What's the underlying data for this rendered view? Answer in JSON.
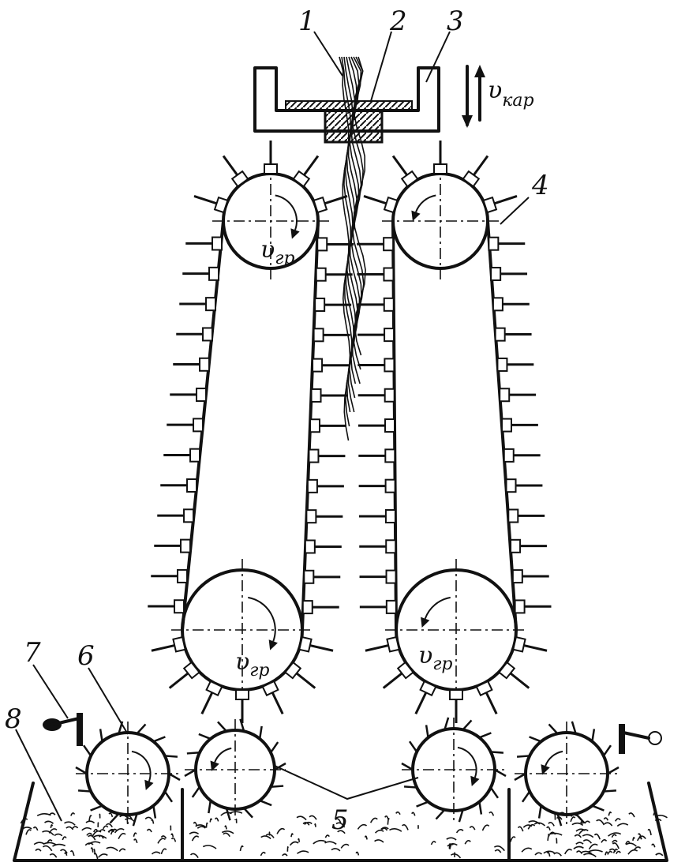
{
  "labels": {
    "l1": "1",
    "l2": "2",
    "l3": "3",
    "l4": "4",
    "l5": "5",
    "l6": "6",
    "l7": "7",
    "l8": "8"
  },
  "symbols": {
    "v": "υ",
    "kap": "кар",
    "gr": "гр"
  }
}
